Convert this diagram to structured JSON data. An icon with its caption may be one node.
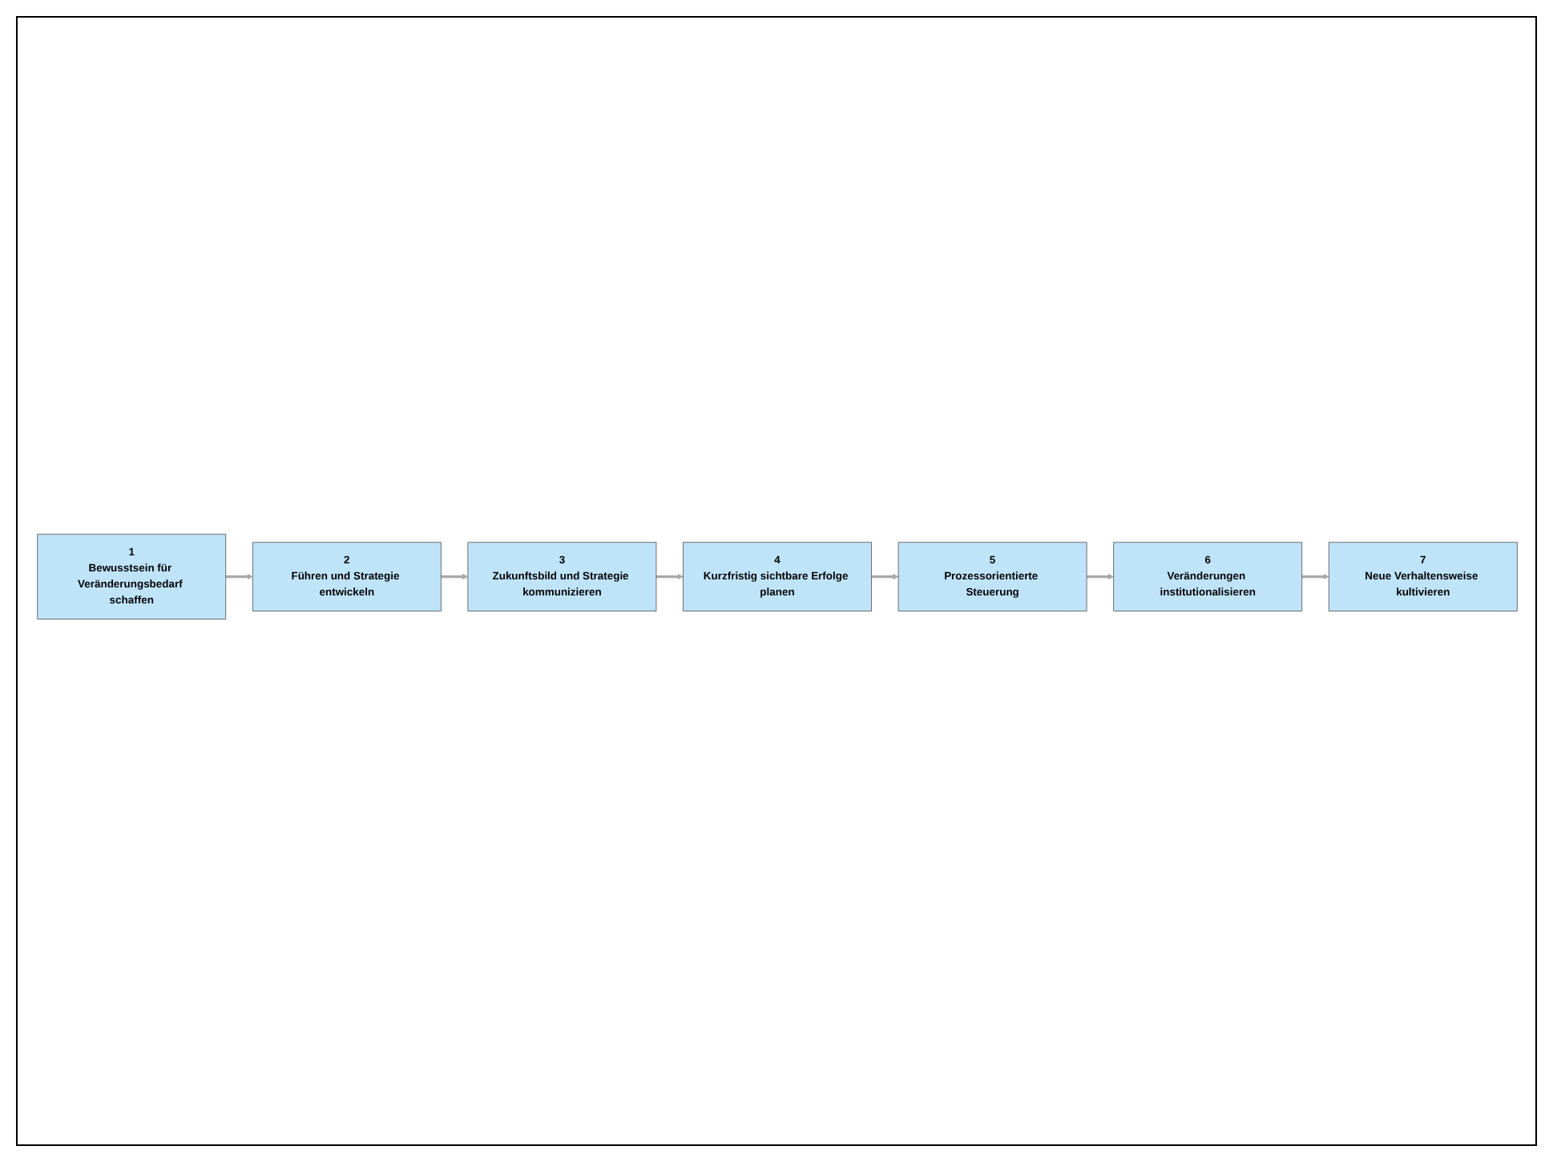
{
  "diagram": {
    "nodes": [
      {
        "text": [
          "1",
          "Bewusstsein für Veränderungsbedarf schaffen"
        ]
      },
      {
        "text": [
          "2",
          "Führen und Strategie entwickeln"
        ]
      },
      {
        "text": [
          "3",
          "Zukunftsbild und Strategie kommunizieren"
        ]
      },
      {
        "text": [
          "4",
          "Kurzfristig sichtbare Erfolge planen"
        ]
      },
      {
        "text": [
          "5",
          "Prozessorientierte Steuerung"
        ]
      },
      {
        "text": [
          "6",
          "Veränderungen institutionalisieren"
        ]
      },
      {
        "text": [
          "7",
          "Neue Verhaltensweise kultivieren"
        ]
      }
    ],
    "edges": [
      {
        "from": 0,
        "to": 1,
        "arrow": "to"
      },
      {
        "from": 1,
        "to": 2,
        "arrow": "to"
      },
      {
        "from": 2,
        "to": 3,
        "arrow": "to"
      },
      {
        "from": 3,
        "to": 4,
        "arrow": "to"
      },
      {
        "from": 4,
        "to": 5,
        "arrow": "to"
      },
      {
        "from": 5,
        "to": 6,
        "arrow": "to"
      }
    ]
  }
}
